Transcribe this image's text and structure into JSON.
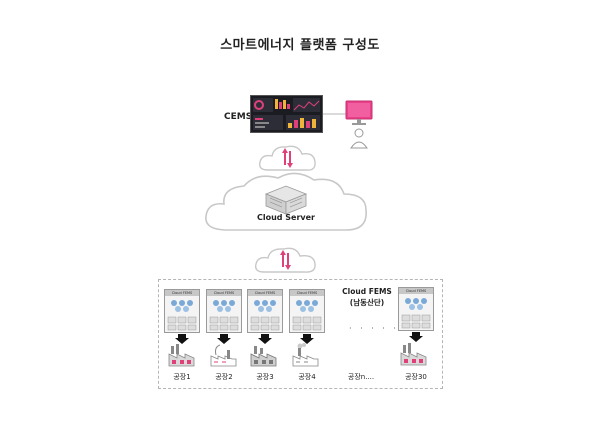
{
  "title": "스마트에너지 플랫폼 구성도",
  "cems": {
    "label": "CEMS"
  },
  "cloud_server": {
    "label": "Cloud Server"
  },
  "fems": {
    "title": "Cloud FEMS",
    "subtitle": "(남동산단)",
    "card_header": "Cloud FEMS",
    "ellipsis": "· · · · · ·",
    "factories": [
      {
        "label": "공장1"
      },
      {
        "label": "공장2"
      },
      {
        "label": "공장3"
      },
      {
        "label": "공장4"
      },
      {
        "label": "공장n...."
      },
      {
        "label": "공장30"
      }
    ]
  },
  "colors": {
    "accent": "#e0407a",
    "monitor_pink": "#e8418a",
    "cloud_edge": "#c8c8c8",
    "box_border": "#b5b5b5"
  }
}
